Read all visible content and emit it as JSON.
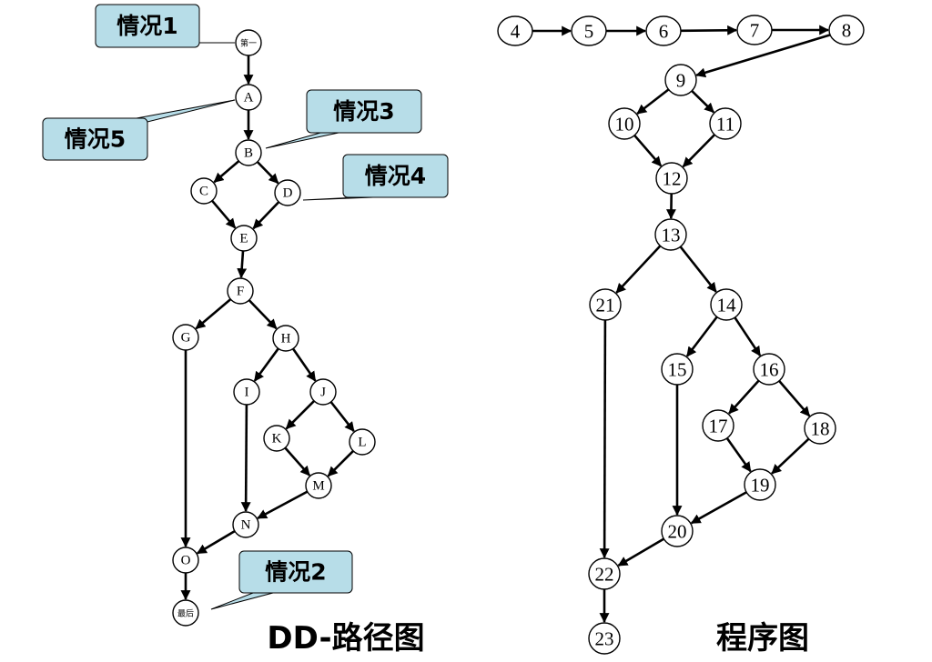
{
  "titles": {
    "dd_path_graph": "DD-路径图",
    "program_graph": "程序图"
  },
  "callouts": {
    "case1": "情况1",
    "case2": "情况2",
    "case3": "情况3",
    "case4": "情况4",
    "case5": "情况5"
  },
  "dd_graph": {
    "nodes": [
      "第一",
      "A",
      "B",
      "C",
      "D",
      "E",
      "F",
      "G",
      "H",
      "I",
      "J",
      "K",
      "L",
      "M",
      "N",
      "O",
      "最后"
    ],
    "edges": [
      [
        "第一",
        "A"
      ],
      [
        "A",
        "B"
      ],
      [
        "B",
        "C"
      ],
      [
        "B",
        "D"
      ],
      [
        "C",
        "E"
      ],
      [
        "D",
        "E"
      ],
      [
        "E",
        "F"
      ],
      [
        "F",
        "G"
      ],
      [
        "F",
        "H"
      ],
      [
        "H",
        "I"
      ],
      [
        "H",
        "J"
      ],
      [
        "J",
        "K"
      ],
      [
        "J",
        "L"
      ],
      [
        "K",
        "M"
      ],
      [
        "L",
        "M"
      ],
      [
        "M",
        "N"
      ],
      [
        "I",
        "N"
      ],
      [
        "N",
        "O"
      ],
      [
        "G",
        "O"
      ],
      [
        "O",
        "最后"
      ]
    ]
  },
  "program_graph": {
    "nodes": [
      "4",
      "5",
      "6",
      "7",
      "8",
      "9",
      "10",
      "11",
      "12",
      "13",
      "14",
      "15",
      "16",
      "17",
      "18",
      "19",
      "20",
      "21",
      "22",
      "23"
    ],
    "edges": [
      [
        "4",
        "5"
      ],
      [
        "5",
        "6"
      ],
      [
        "6",
        "7"
      ],
      [
        "7",
        "8"
      ],
      [
        "8",
        "9"
      ],
      [
        "9",
        "10"
      ],
      [
        "9",
        "11"
      ],
      [
        "10",
        "12"
      ],
      [
        "11",
        "12"
      ],
      [
        "12",
        "13"
      ],
      [
        "13",
        "21"
      ],
      [
        "13",
        "14"
      ],
      [
        "14",
        "15"
      ],
      [
        "14",
        "16"
      ],
      [
        "16",
        "17"
      ],
      [
        "16",
        "18"
      ],
      [
        "17",
        "19"
      ],
      [
        "18",
        "19"
      ],
      [
        "19",
        "20"
      ],
      [
        "15",
        "20"
      ],
      [
        "20",
        "22"
      ],
      [
        "21",
        "22"
      ],
      [
        "22",
        "23"
      ]
    ]
  }
}
